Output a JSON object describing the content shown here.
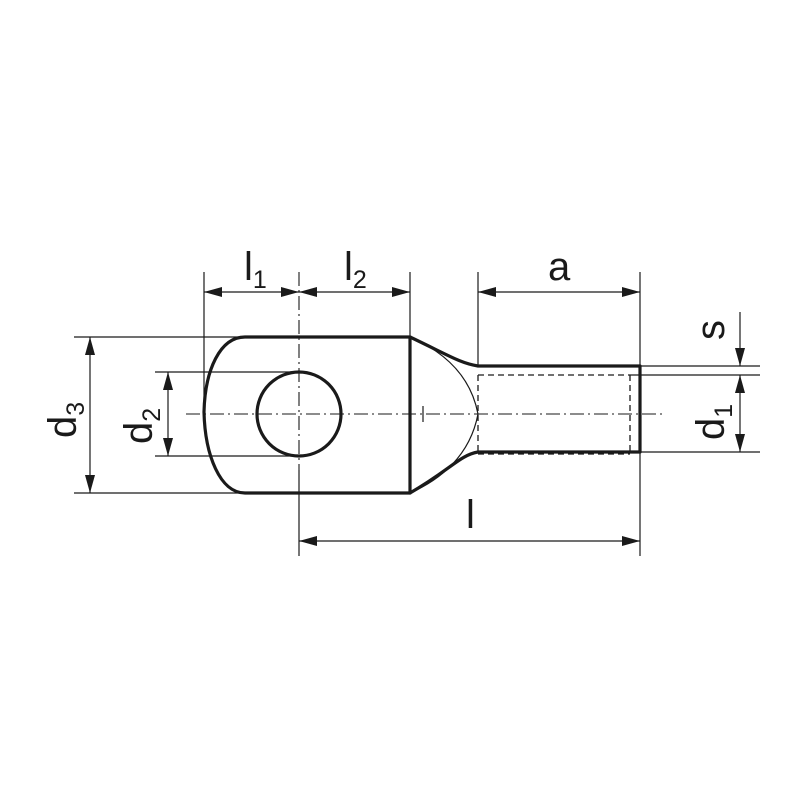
{
  "dimensions": {
    "l1": {
      "main": "l",
      "sub": "1"
    },
    "l2": {
      "main": "l",
      "sub": "2"
    },
    "a": {
      "main": "a",
      "sub": ""
    },
    "s": {
      "main": "s",
      "sub": ""
    },
    "d1": {
      "main": "d",
      "sub": "1"
    },
    "d2": {
      "main": "d",
      "sub": "2"
    },
    "d3": {
      "main": "d",
      "sub": "3"
    },
    "l": {
      "main": "l",
      "sub": ""
    }
  }
}
